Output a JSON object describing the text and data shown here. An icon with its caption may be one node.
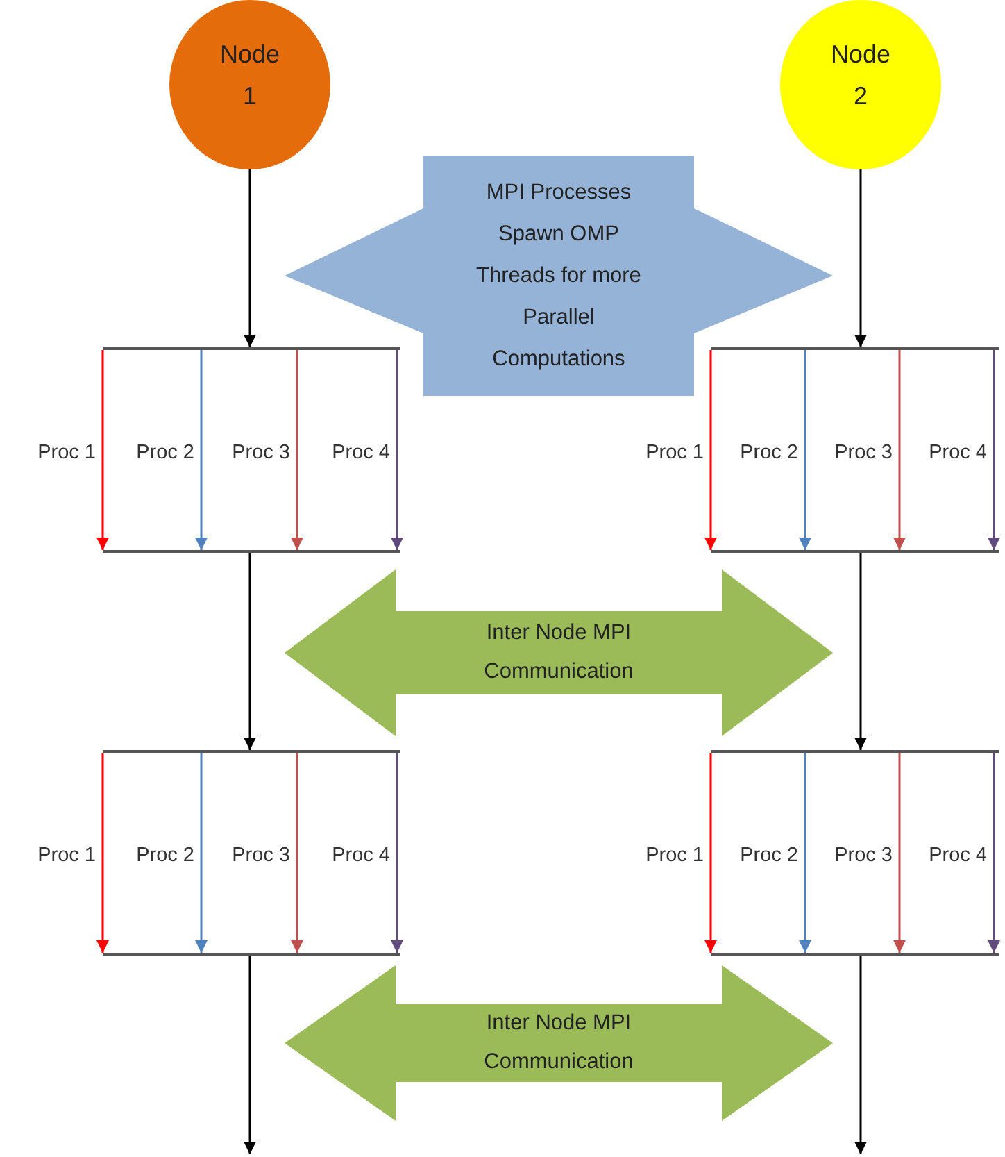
{
  "diagram": {
    "nodes": [
      {
        "text": [
          "Node 1"
        ]
      },
      {
        "text": [
          "Node 2"
        ]
      },
      {
        "text": [
          "MPI Processes Spawn OMP Threads for more Parallel Computations"
        ]
      },
      {
        "text": [],
        "shape": "bar"
      },
      {
        "text": [],
        "shape": "bar"
      },
      {
        "text": [],
        "shape": "bar"
      },
      {
        "text": [],
        "shape": "bar"
      },
      {
        "text": [
          "Inter Node MPI Communication"
        ]
      },
      {
        "text": [],
        "shape": "bar"
      },
      {
        "text": [],
        "shape": "bar"
      },
      {
        "text": [],
        "shape": "bar"
      },
      {
        "text": [],
        "shape": "bar"
      },
      {
        "text": [
          "Inter Node MPI Communication"
        ]
      }
    ],
    "edges": [
      {
        "from": 0,
        "to": 3,
        "arrow": "to"
      },
      {
        "from": 1,
        "to": 4,
        "arrow": "to"
      },
      {
        "from": 3,
        "to": 5,
        "arrow": "to",
        "color": "#ff0000"
      },
      {
        "from": 3,
        "to": 5,
        "arrow": "to",
        "color": "#4f81bd"
      },
      {
        "from": 3,
        "to": 5,
        "arrow": "to",
        "color": "#c0504d"
      },
      {
        "from": 3,
        "to": 5,
        "arrow": "to",
        "color": "#604a7b"
      },
      {
        "from": 4,
        "to": 6,
        "arrow": "to",
        "color": "#ff0000"
      },
      {
        "from": 4,
        "to": 6,
        "arrow": "to",
        "color": "#4f81bd"
      },
      {
        "from": 4,
        "to": 6,
        "arrow": "to",
        "color": "#c0504d"
      },
      {
        "from": 4,
        "to": 6,
        "arrow": "to",
        "color": "#604a7b"
      },
      {
        "from": 5,
        "to": 8,
        "arrow": "to"
      },
      {
        "from": 6,
        "to": 9,
        "arrow": "to"
      },
      {
        "from": 8,
        "to": 10,
        "arrow": "to",
        "color": "#ff0000"
      },
      {
        "from": 8,
        "to": 10,
        "arrow": "to",
        "color": "#4f81bd"
      },
      {
        "from": 8,
        "to": 10,
        "arrow": "to",
        "color": "#c0504d"
      },
      {
        "from": 8,
        "to": 10,
        "arrow": "to",
        "color": "#604a7b"
      },
      {
        "from": 9,
        "to": 11,
        "arrow": "to",
        "color": "#ff0000"
      },
      {
        "from": 9,
        "to": 11,
        "arrow": "to",
        "color": "#4f81bd"
      },
      {
        "from": 9,
        "to": 11,
        "arrow": "to",
        "color": "#c0504d"
      },
      {
        "from": 9,
        "to": 11,
        "arrow": "to",
        "color": "#604a7b"
      },
      {
        "from": 10,
        "to": null,
        "arrow": "to"
      },
      {
        "from": 11,
        "to": null,
        "arrow": "to"
      }
    ],
    "labels": [
      "Proc 1",
      "Proc 2",
      "Proc 3",
      "Proc 4",
      "Proc 1",
      "Proc 2",
      "Proc 3",
      "Proc 4",
      "Proc 1",
      "Proc 2",
      "Proc 3",
      "Proc 4",
      "Proc 1",
      "Proc 2",
      "Proc 3",
      "Proc 4"
    ]
  }
}
